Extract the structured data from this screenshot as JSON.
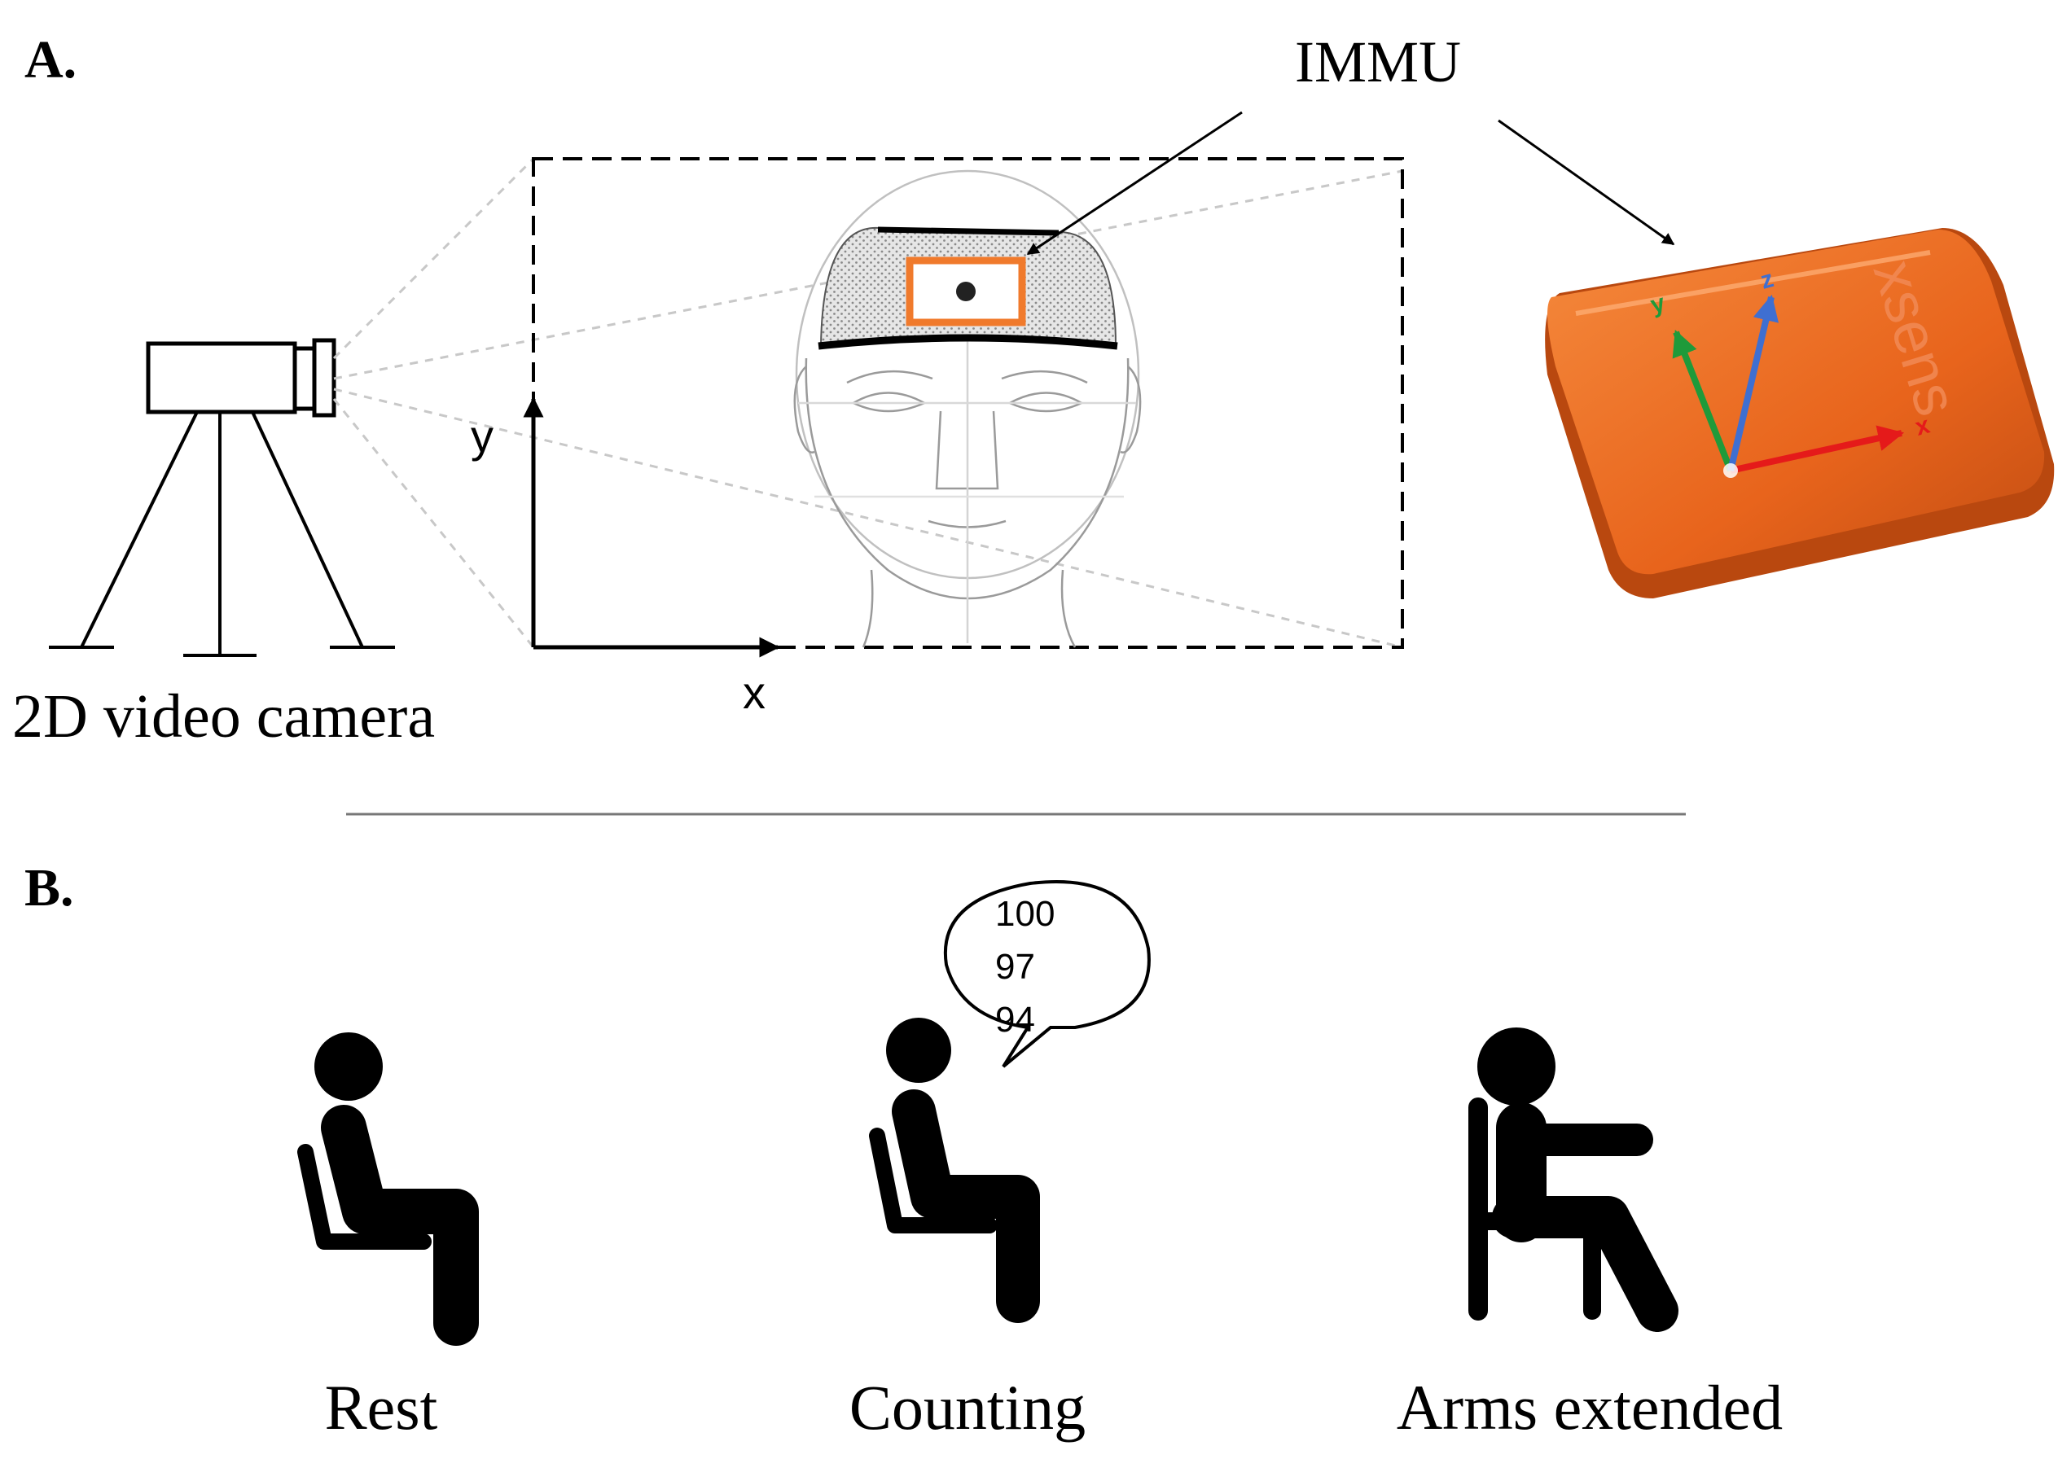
{
  "panel_a": {
    "label": "A.",
    "sensor_label": "IMMU",
    "camera_label": "2D video camera",
    "axis_x_label": "x",
    "axis_y_label": "y",
    "sensor_brand": "xsens",
    "sensor_axes": {
      "x": "x",
      "y": "y",
      "z": "z"
    },
    "colors": {
      "sensor_orange": "#e8641c",
      "cap_orange": "#f07a2c",
      "x_axis": "#e51a1a",
      "y_axis": "#1f9a3a",
      "z_axis": "#3f6fd1"
    }
  },
  "panel_b": {
    "label": "B.",
    "conditions": [
      {
        "caption": "Rest"
      },
      {
        "caption": "Counting"
      },
      {
        "caption": "Arms extended"
      }
    ],
    "speech_numbers": [
      "100",
      "97",
      "94"
    ]
  }
}
